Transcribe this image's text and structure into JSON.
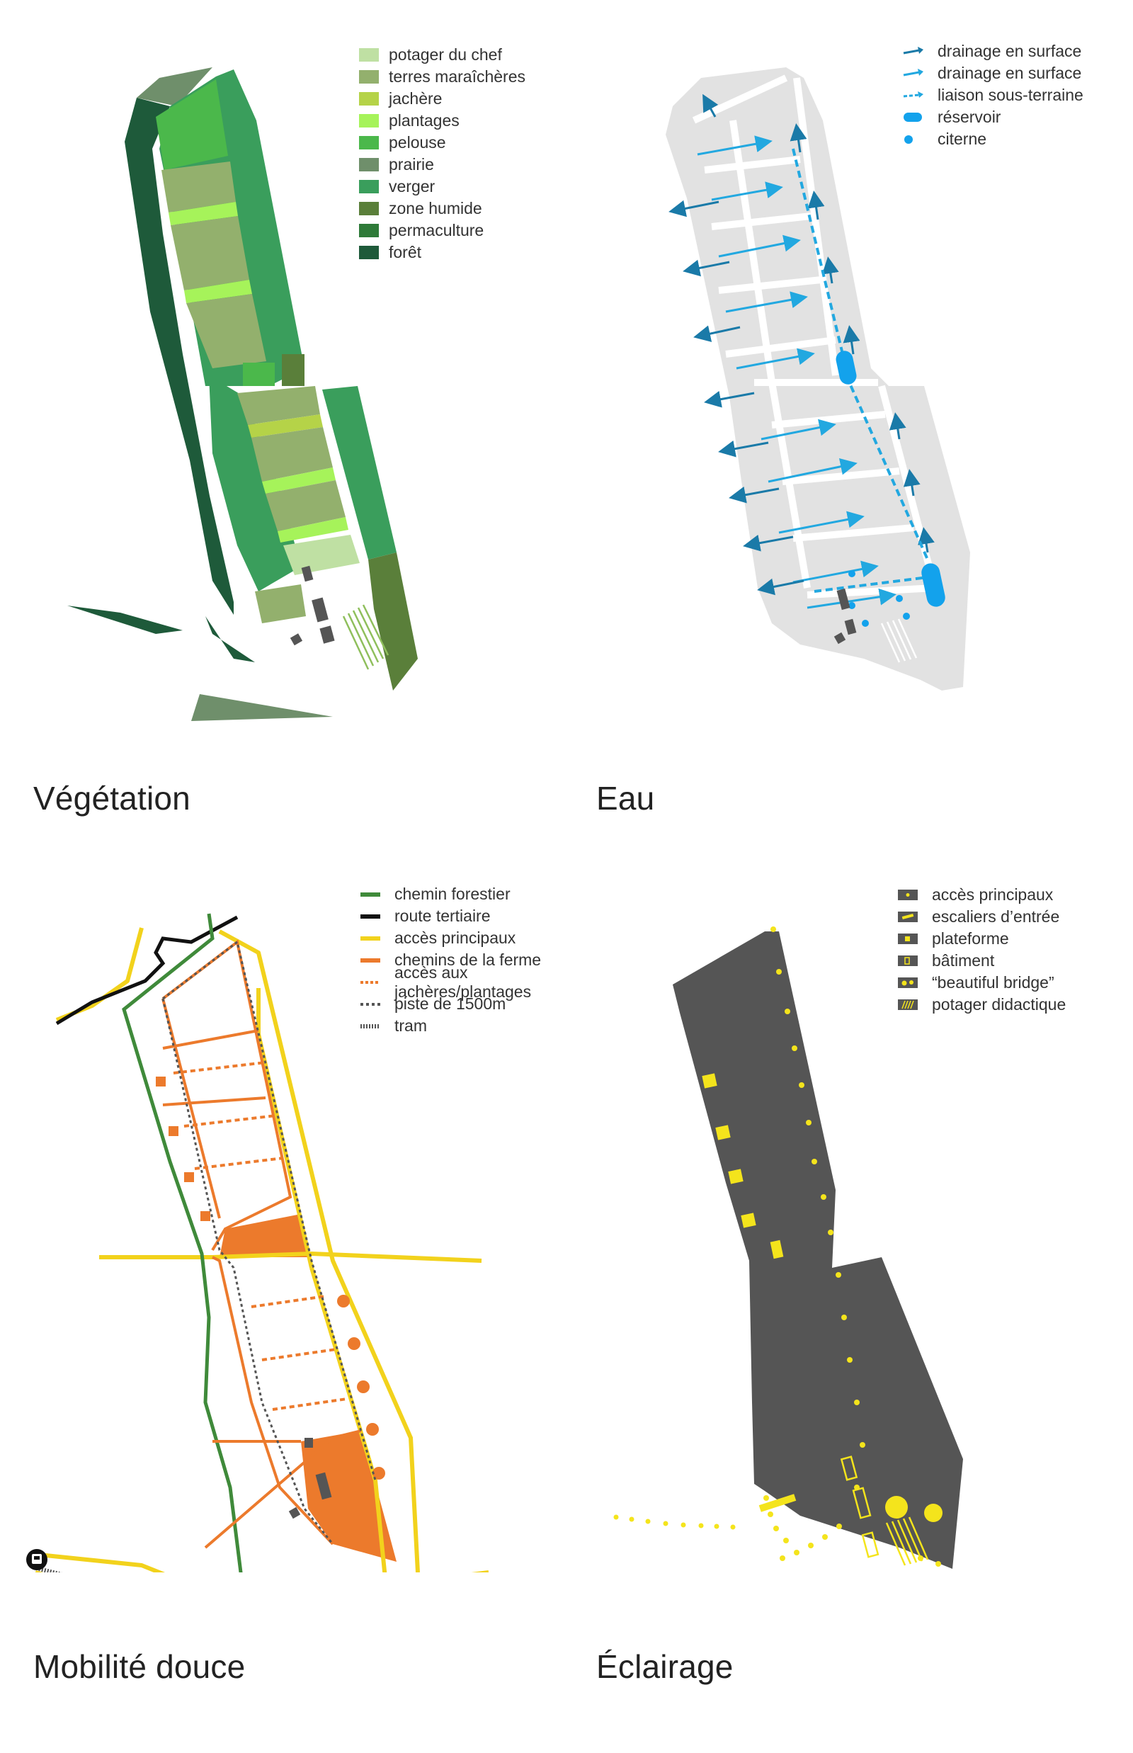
{
  "panels": {
    "vegetation": {
      "title": "Végétation",
      "legend": [
        {
          "label": "potager du chef",
          "color": "#bfe0a3"
        },
        {
          "label": "terres maraîchères",
          "color": "#93b06d"
        },
        {
          "label": "jachère",
          "color": "#b5d348"
        },
        {
          "label": "plantages",
          "color": "#a6f35a"
        },
        {
          "label": "pelouse",
          "color": "#4bb84b"
        },
        {
          "label": "prairie",
          "color": "#6f8f6b"
        },
        {
          "label": "verger",
          "color": "#3a9e5c"
        },
        {
          "label": "zone humide",
          "color": "#5a7f3a"
        },
        {
          "label": "permaculture",
          "color": "#2e7a38"
        },
        {
          "label": "forêt",
          "color": "#1e5a3a"
        }
      ]
    },
    "eau": {
      "title": "Eau",
      "legend": [
        {
          "label": "drainage en surface",
          "icon": "arrow-dark-icon",
          "color": "#1a7aa8"
        },
        {
          "label": "drainage en surface",
          "icon": "arrow-light-icon",
          "color": "#22a8e0"
        },
        {
          "label": "liaison sous-terraine",
          "icon": "dashed-arrow-icon",
          "color": "#22a8e0"
        },
        {
          "label": "réservoir",
          "icon": "pill-icon",
          "color": "#13a2ec"
        },
        {
          "label": "citerne",
          "icon": "dot-icon",
          "color": "#13a2ec"
        }
      ]
    },
    "mobilite": {
      "title": "Mobilité douce",
      "legend": [
        {
          "label": "chemin forestier",
          "icon": "solid-line-icon",
          "color": "#3f8a3a"
        },
        {
          "label": "route tertiaire",
          "icon": "solid-line-icon",
          "color": "#111111"
        },
        {
          "label": "accès principaux",
          "icon": "solid-line-icon",
          "color": "#f2d21c"
        },
        {
          "label": "chemins de la ferme",
          "icon": "solid-line-icon",
          "color": "#ec7a2c"
        },
        {
          "label": "accès aux jachères/plantages",
          "icon": "dotted-line-icon",
          "color": "#ec7a2c"
        },
        {
          "label": "piste de 1500m",
          "icon": "dotted-line-icon",
          "color": "#555555"
        },
        {
          "label": "tram",
          "icon": "hatched-line-icon",
          "color": "#555555"
        }
      ]
    },
    "eclairage": {
      "title": "Éclairage",
      "legend": [
        {
          "label": "accès principaux",
          "icon": "light-dot-icon"
        },
        {
          "label": "escaliers d’entrée",
          "icon": "light-bar-icon"
        },
        {
          "label": "plateforme",
          "icon": "light-square-icon"
        },
        {
          "label": "bâtiment",
          "icon": "light-outline-icon"
        },
        {
          "label": "“beautiful bridge”",
          "icon": "light-circles-icon"
        },
        {
          "label": "potager didactique",
          "icon": "light-stripes-icon"
        }
      ],
      "colors": {
        "ground": "#555555",
        "light": "#f4e41c"
      }
    }
  }
}
